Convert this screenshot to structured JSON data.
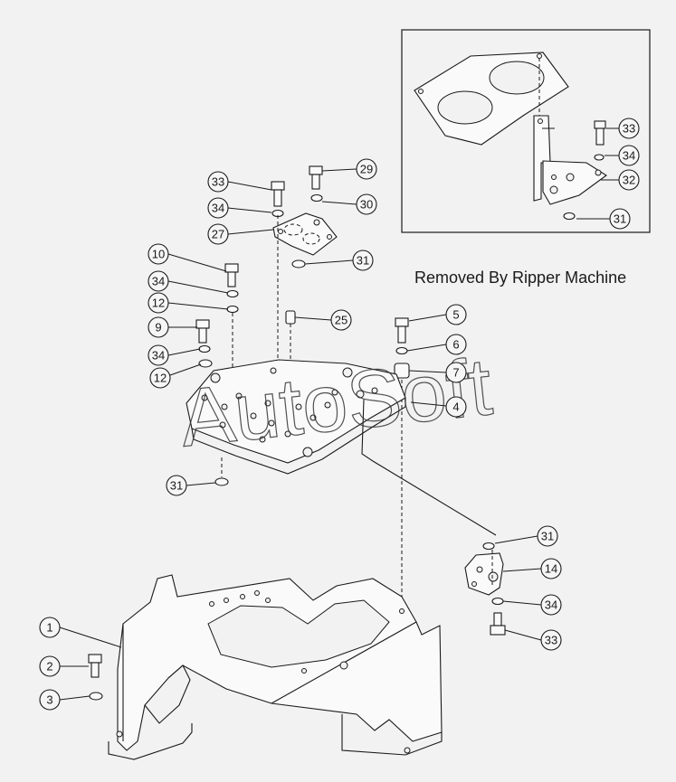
{
  "inset_note": "Removed By Ripper Machine",
  "watermark": "AutoSoft",
  "callouts": {
    "c1": "1",
    "c2": "2",
    "c3": "3",
    "c4": "4",
    "c5": "5",
    "c6": "6",
    "c7": "7",
    "c9": "9",
    "c10": "10",
    "c12a": "12",
    "c12b": "12",
    "c14": "14",
    "c25": "25",
    "c27": "27",
    "c29": "29",
    "c30": "30",
    "c31a": "31",
    "c31b": "31",
    "c31c": "31",
    "c31d": "31",
    "c32": "32",
    "c33a": "33",
    "c33b": "33",
    "c33c": "33",
    "c34a": "34",
    "c34b": "34",
    "c34c": "34",
    "c34d": "34",
    "c34e": "34"
  }
}
